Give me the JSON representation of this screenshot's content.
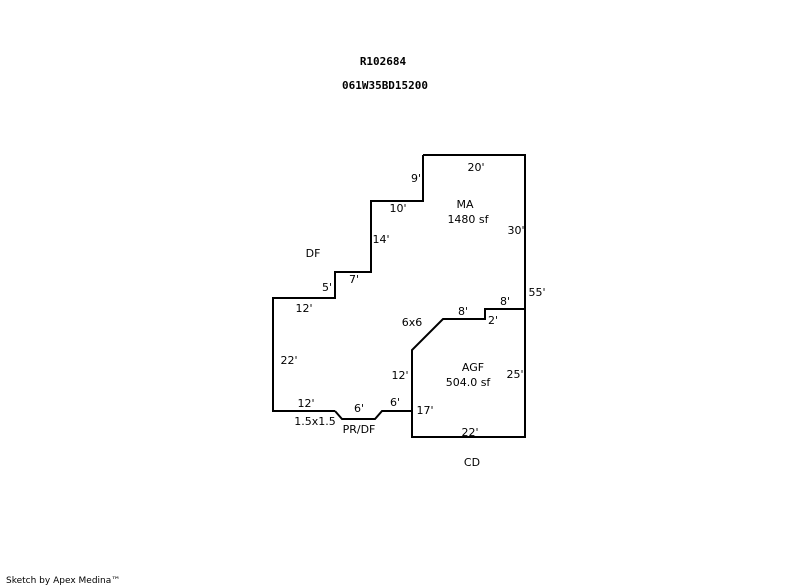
{
  "header": {
    "account_id": "R102684",
    "parcel_id": "061W35BD15200"
  },
  "areas": {
    "main": {
      "code": "MA",
      "area": "1480 sf"
    },
    "garage": {
      "code": "AGF",
      "area": "504.0 sf"
    },
    "deck_front": "DF",
    "porch": "PR/DF",
    "concrete": "CD"
  },
  "dimensions": {
    "ma_top": "20'",
    "ma_step_top": "9'",
    "ma_step_mid": "10'",
    "ma_west_upper": "14'",
    "ma_step_low": "7'",
    "ma_west_low": "5'",
    "ma_east": "30'",
    "total_east": "55'",
    "ma_south_right": "8'",
    "ma_notch_right": "8'",
    "ma_notch_drop": "2'",
    "df_top": "12'",
    "df_west": "22'",
    "df_bottom": "12'",
    "porch_bottom": "6'",
    "porch_right": "6'",
    "garage_west_upper": "12'",
    "garage_west_lower": "17'",
    "garage_east": "25'",
    "garage_bottom": "22'",
    "garage_chamfer": "6x6",
    "porch_chamfer": "1.5x1.5"
  },
  "footer": {
    "credit": "Sketch by Apex Medina™"
  }
}
